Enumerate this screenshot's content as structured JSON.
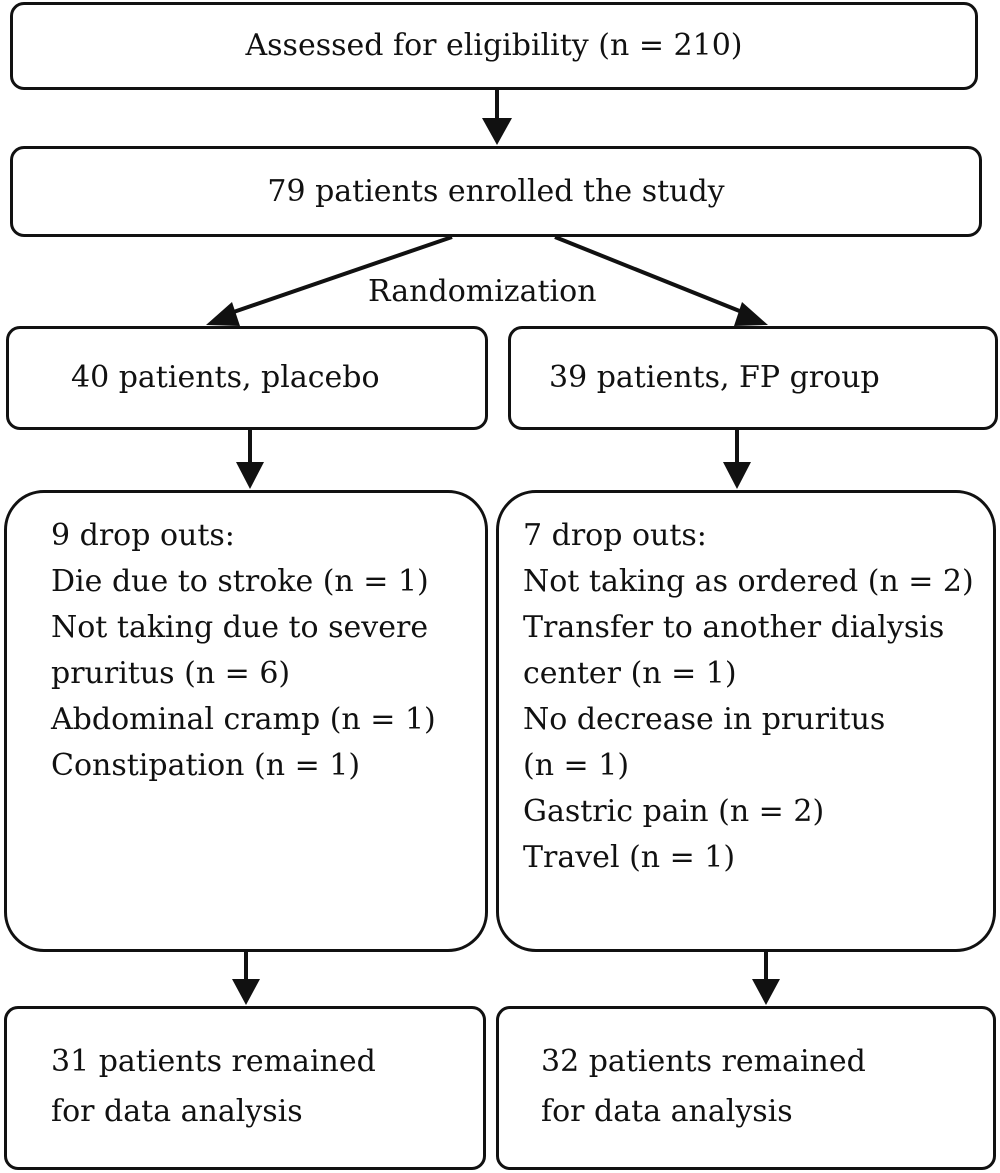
{
  "assessed": "Assessed for eligibility (n = 210)",
  "enrolled": "79 patients enrolled the study",
  "randomization": "Randomization",
  "placebo": {
    "arm_label": "40 patients, placebo",
    "dropouts_title": "9 drop outs:",
    "dropouts": [
      "Die due to stroke (n = 1)",
      "Not taking due to severe",
      "pruritus (n = 6)",
      "Abdominal cramp (n = 1)",
      "Constipation (n = 1)"
    ],
    "remained": [
      "31 patients remained",
      "for data analysis"
    ]
  },
  "fp": {
    "arm_label": "39 patients, FP group",
    "dropouts_title": "7 drop outs:",
    "dropouts": [
      "Not taking as ordered (n = 2)",
      "Transfer to another dialysis",
      "center (n = 1)",
      "No decrease in pruritus",
      "(n = 1)",
      "Gastric pain (n = 2)",
      "Travel (n = 1)"
    ],
    "remained": [
      "32 patients remained",
      "for data analysis"
    ]
  }
}
